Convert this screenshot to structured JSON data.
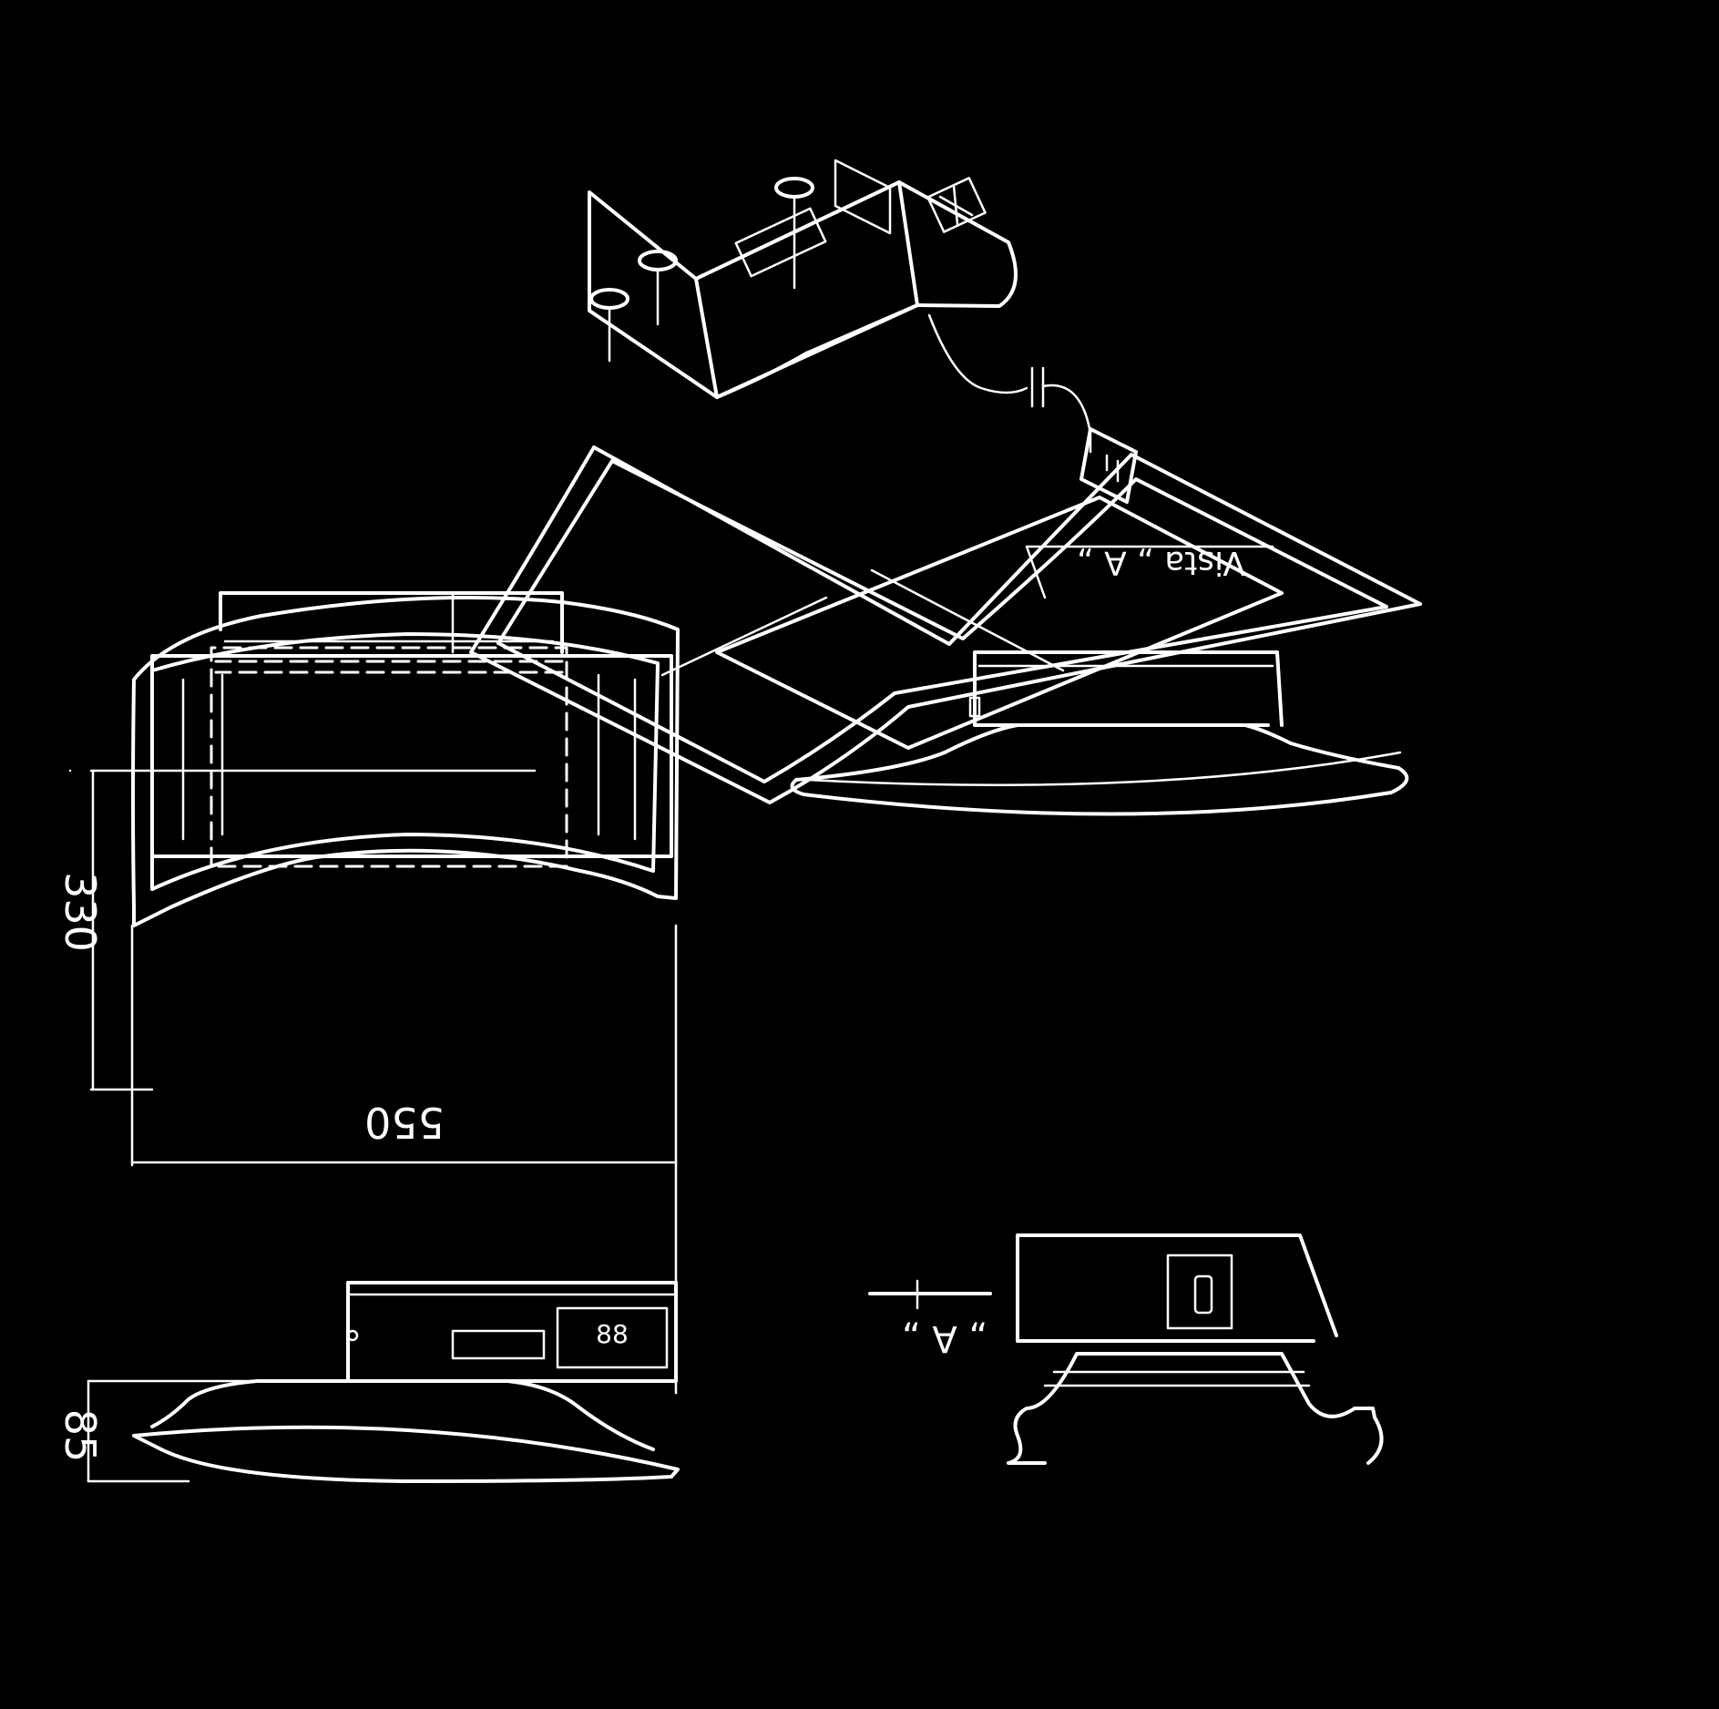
{
  "diagram": {
    "background_color": "#000000",
    "line_color": "#ffffff",
    "orientation": "rotated-180",
    "dimensions": {
      "width_label": "550",
      "depth_label": "330",
      "height_label": "85"
    },
    "view_marker_label": "„ A „",
    "view_title_label": "Vista „ A „",
    "icons": [
      "power-adapter-icon",
      "display-digits-icon"
    ]
  }
}
